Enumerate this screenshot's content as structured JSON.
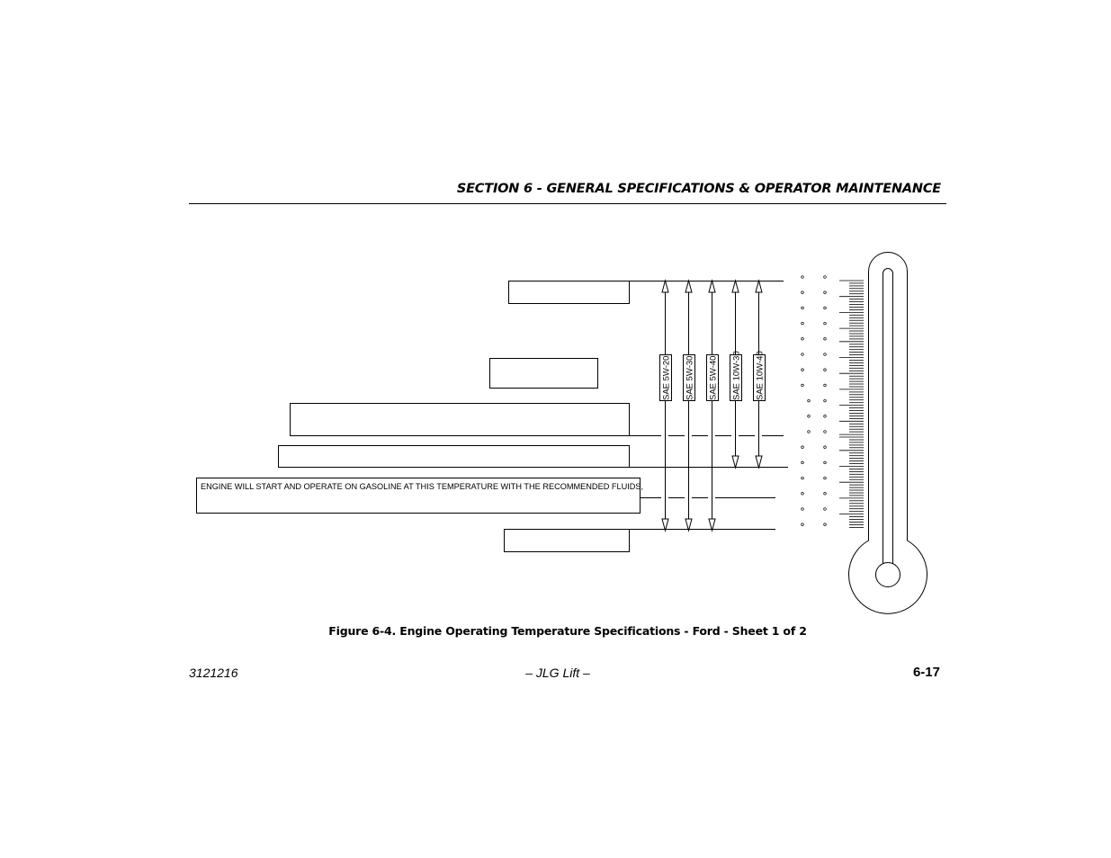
{
  "header": {
    "section_title": "SECTION 6 - GENERAL SPECIFICATIONS & OPERATOR MAINTENANCE"
  },
  "diagram": {
    "oil_grades": [
      "SAE 5W-20",
      "SAE 5W-30",
      "SAE 5W-40",
      "SAE 10W-30",
      "SAE 10W-40"
    ],
    "gasoline_note": "ENGINE WILL START AND OPERATE ON GASOLINE AT THIS TEMPERATURE WITH THE RECOMMENDED FLUIDS,"
  },
  "caption": {
    "text": "Figure 6-4. Engine Operating Temperature Specifications - Ford - Sheet 1 of 2"
  },
  "footer": {
    "doc_number": "3121216",
    "center": "– JLG Lift –",
    "page": "6-17"
  }
}
